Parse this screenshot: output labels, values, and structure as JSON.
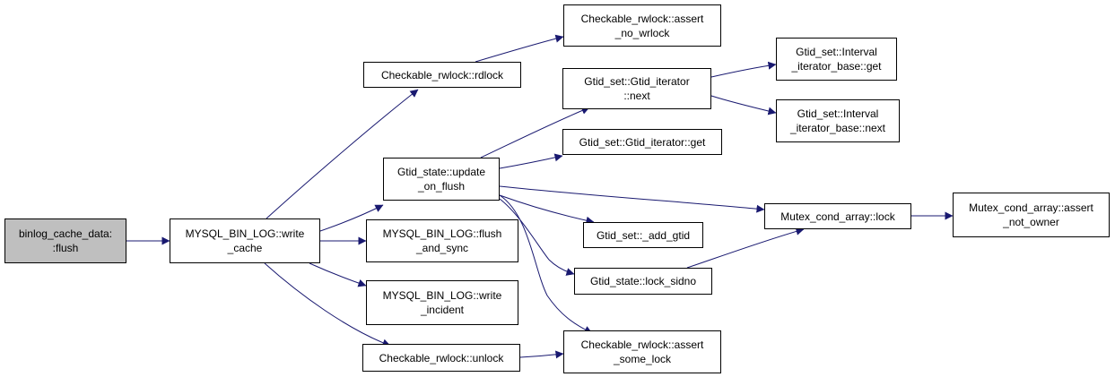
{
  "colors": {
    "edge": "#191970",
    "root_fill": "#bfbfbf",
    "node_fill": "#ffffff",
    "border": "#000000"
  },
  "nodes": {
    "binlog_flush": {
      "line1": "binlog_cache_data:",
      "line2": ":flush"
    },
    "mysql_write_cache": {
      "line1": "MYSQL_BIN_LOG::write",
      "line2": "_cache"
    },
    "rwlock_rdlock": {
      "line1": "Checkable_rwlock::rdlock"
    },
    "rwlock_assert_no_wrlock": {
      "line1": "Checkable_rwlock::assert",
      "line2": "_no_wrlock"
    },
    "gtid_update_on_flush": {
      "line1": "Gtid_state::update",
      "line2": "_on_flush"
    },
    "gtid_iterator_next": {
      "line1": "Gtid_set::Gtid_iterator",
      "line2": "::next"
    },
    "interval_get": {
      "line1": "Gtid_set::Interval",
      "line2": "_iterator_base::get"
    },
    "interval_next": {
      "line1": "Gtid_set::Interval",
      "line2": "_iterator_base::next"
    },
    "gtid_iterator_get": {
      "line1": "Gtid_set::Gtid_iterator::get"
    },
    "mutex_lock": {
      "line1": "Mutex_cond_array::lock"
    },
    "mutex_assert_not_owner": {
      "line1": "Mutex_cond_array::assert",
      "line2": "_not_owner"
    },
    "gtid_add_gtid": {
      "line1": "Gtid_set::_add_gtid"
    },
    "gtid_lock_sidno": {
      "line1": "Gtid_state::lock_sidno"
    },
    "mysql_flush_and_sync": {
      "line1": "MYSQL_BIN_LOG::flush",
      "line2": "_and_sync"
    },
    "mysql_write_incident": {
      "line1": "MYSQL_BIN_LOG::write",
      "line2": "_incident"
    },
    "rwlock_unlock": {
      "line1": "Checkable_rwlock::unlock"
    },
    "rwlock_assert_some_lock": {
      "line1": "Checkable_rwlock::assert",
      "line2": "_some_lock"
    }
  },
  "edges": [
    [
      "binlog_flush",
      "mysql_write_cache"
    ],
    [
      "mysql_write_cache",
      "rwlock_rdlock"
    ],
    [
      "mysql_write_cache",
      "gtid_update_on_flush"
    ],
    [
      "mysql_write_cache",
      "mysql_flush_and_sync"
    ],
    [
      "mysql_write_cache",
      "mysql_write_incident"
    ],
    [
      "mysql_write_cache",
      "rwlock_unlock"
    ],
    [
      "rwlock_rdlock",
      "rwlock_assert_no_wrlock"
    ],
    [
      "gtid_update_on_flush",
      "gtid_iterator_next"
    ],
    [
      "gtid_update_on_flush",
      "gtid_iterator_get"
    ],
    [
      "gtid_update_on_flush",
      "mutex_lock"
    ],
    [
      "gtid_update_on_flush",
      "gtid_add_gtid"
    ],
    [
      "gtid_update_on_flush",
      "gtid_lock_sidno"
    ],
    [
      "gtid_update_on_flush",
      "rwlock_assert_some_lock"
    ],
    [
      "gtid_iterator_next",
      "interval_get"
    ],
    [
      "gtid_iterator_next",
      "interval_next"
    ],
    [
      "mutex_lock",
      "mutex_assert_not_owner"
    ],
    [
      "gtid_lock_sidno",
      "mutex_lock"
    ],
    [
      "rwlock_unlock",
      "rwlock_assert_some_lock"
    ]
  ]
}
